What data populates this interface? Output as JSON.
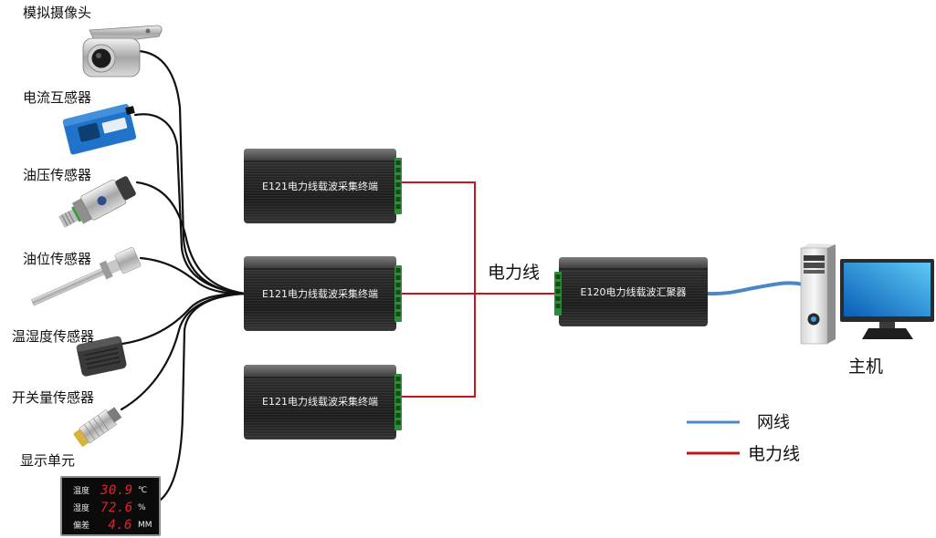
{
  "devices": [
    {
      "label": "模拟摄像头",
      "icon": "analog-camera-icon"
    },
    {
      "label": "电流互感器",
      "icon": "current-transformer-icon"
    },
    {
      "label": "油压传感器",
      "icon": "oil-pressure-sensor-icon"
    },
    {
      "label": "油位传感器",
      "icon": "oil-level-sensor-icon"
    },
    {
      "label": "温湿度传感器",
      "icon": "temperature-humidity-sensor-icon"
    },
    {
      "label": "开关量传感器",
      "icon": "switch-sensor-icon"
    },
    {
      "label": "显示单元",
      "icon": "display-unit-icon"
    }
  ],
  "display_unit": {
    "rows": [
      {
        "name": "温度",
        "value": "30.9",
        "unit": "℃"
      },
      {
        "name": "湿度",
        "value": "72.6",
        "unit": "%"
      },
      {
        "name": "偏差",
        "value": "4.6",
        "unit": "MM"
      }
    ]
  },
  "terminals": [
    {
      "label": "E121电力线载波采集终端",
      "icon": "collection-terminal-icon"
    },
    {
      "label": "E121电力线载波采集终端",
      "icon": "collection-terminal-icon"
    },
    {
      "label": "E121电力线载波采集终端",
      "icon": "collection-terminal-icon"
    }
  ],
  "aggregator": {
    "label": "E120电力线载波汇聚器",
    "icon": "aggregator-icon"
  },
  "power_line": {
    "label": "电力线"
  },
  "host": {
    "label": "主机",
    "icon": "desktop-computer-icon"
  },
  "legend": [
    {
      "label": "网线",
      "color": "#4b87c5"
    },
    {
      "label": "电力线",
      "color": "#c3161c"
    }
  ],
  "colors": {
    "sensor_cable": "#111111",
    "display_digits": "#e3232b",
    "terminal_block": "#2f8c3b"
  }
}
